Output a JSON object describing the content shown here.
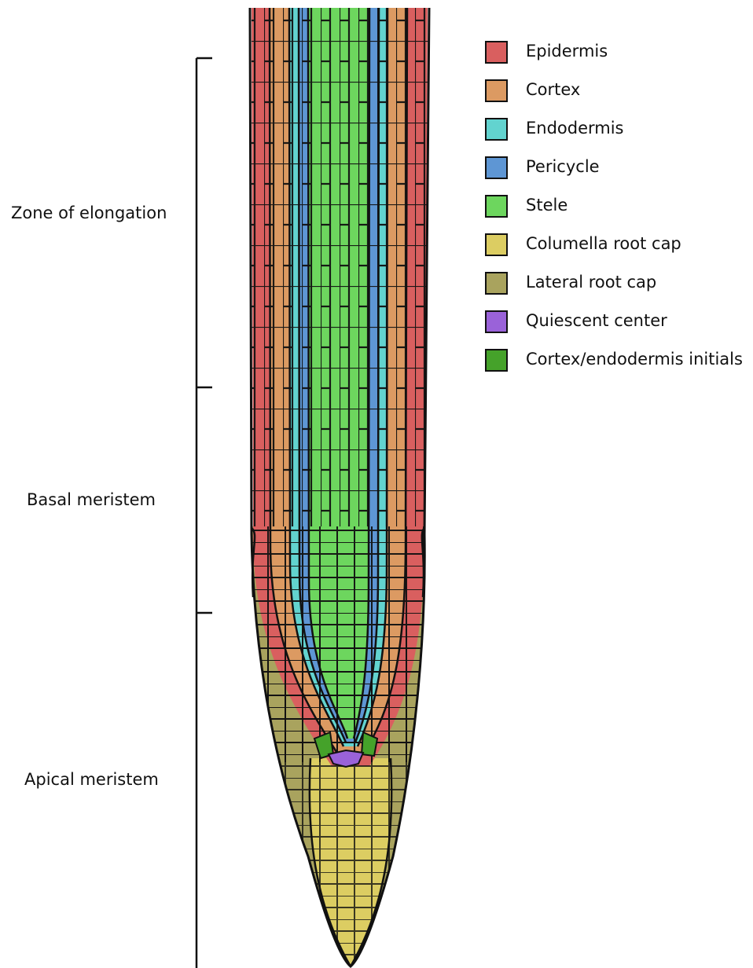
{
  "zones": [
    {
      "label": "Zone of elongation"
    },
    {
      "label": "Basal meristem"
    },
    {
      "label": "Apical meristem"
    }
  ],
  "legend": [
    {
      "label": "Epidermis",
      "color": "#d95f5f"
    },
    {
      "label": "Cortex",
      "color": "#dc9a62"
    },
    {
      "label": "Endodermis",
      "color": "#62d3cf"
    },
    {
      "label": "Pericycle",
      "color": "#5e96d4"
    },
    {
      "label": "Stele",
      "color": "#6dd65e"
    },
    {
      "label": "Columella root cap",
      "color": "#dccd62"
    },
    {
      "label": "Lateral root cap",
      "color": "#a9a35e"
    },
    {
      "label": "Quiescent center",
      "color": "#9a62d9"
    },
    {
      "label": "Cortex/endodermis initials",
      "color": "#45a22a"
    }
  ]
}
